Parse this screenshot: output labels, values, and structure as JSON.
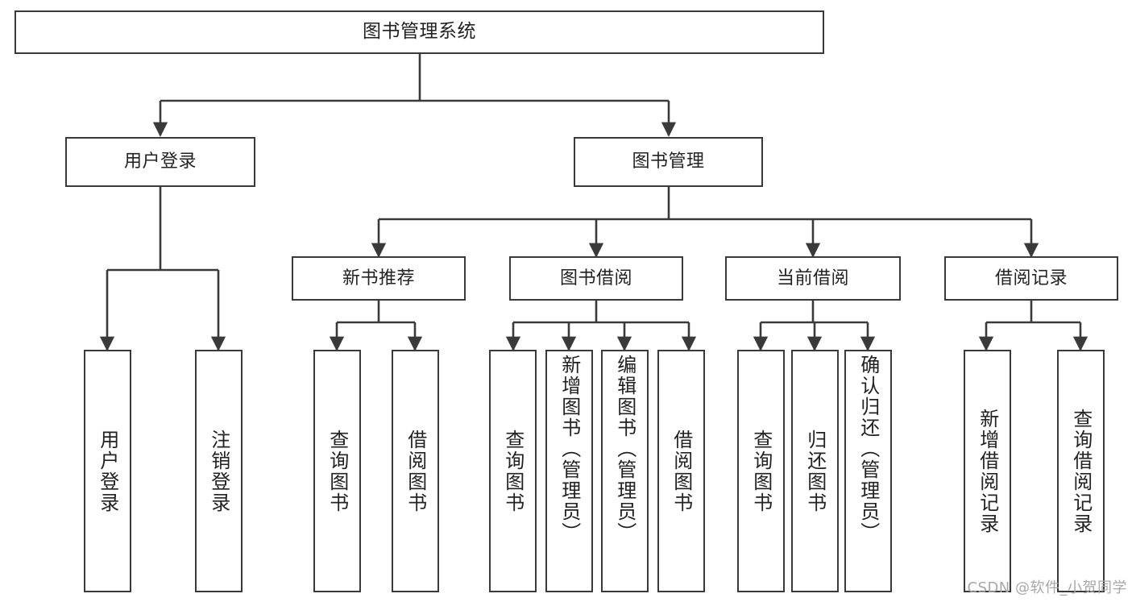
{
  "diagram": {
    "title": "图书管理系统",
    "type": "tree-hierarchy-chart",
    "watermark": "CSDN @软件_小贺同学",
    "colors": {
      "node_border": "#3a3a3a",
      "node_fill": "#ffffff",
      "edge": "#3a3a3a",
      "text": "#222222",
      "watermark": "#a8a8a8",
      "background": "#ffffff"
    },
    "nodes": {
      "root": {
        "label": "图书管理系统"
      },
      "level2": [
        {
          "id": "user-login",
          "label": "用户登录"
        },
        {
          "id": "book-management",
          "label": "图书管理"
        }
      ],
      "level3": [
        {
          "id": "new-book-recommend",
          "label": "新书推荐"
        },
        {
          "id": "book-borrow",
          "label": "图书借阅"
        },
        {
          "id": "current-borrow",
          "label": "当前借阅"
        },
        {
          "id": "borrow-record",
          "label": "借阅记录"
        }
      ],
      "leaves": {
        "user_login": [
          {
            "id": "leaf-user-login",
            "label": "用户登录"
          },
          {
            "id": "leaf-logout-login",
            "label": "注销登录"
          }
        ],
        "new_book_recommend": [
          {
            "id": "leaf-query-book-1",
            "label": "查询图书"
          },
          {
            "id": "leaf-borrow-book-1",
            "label": "借阅图书"
          }
        ],
        "book_borrow": [
          {
            "id": "leaf-query-book-2",
            "label": "查询图书"
          },
          {
            "id": "leaf-add-book",
            "label": "新增图书（管理员）"
          },
          {
            "id": "leaf-edit-book",
            "label": "编辑图书（管理员）"
          },
          {
            "id": "leaf-borrow-book-2",
            "label": "借阅图书"
          }
        ],
        "current_borrow": [
          {
            "id": "leaf-query-book-3",
            "label": "查询图书"
          },
          {
            "id": "leaf-return-book",
            "label": "归还图书"
          },
          {
            "id": "leaf-confirm-return",
            "label": "确认归还（管理员）"
          }
        ],
        "borrow_record": [
          {
            "id": "leaf-add-record",
            "label": "新增借阅记录"
          },
          {
            "id": "leaf-query-record",
            "label": "查询借阅记录"
          }
        ]
      }
    }
  }
}
